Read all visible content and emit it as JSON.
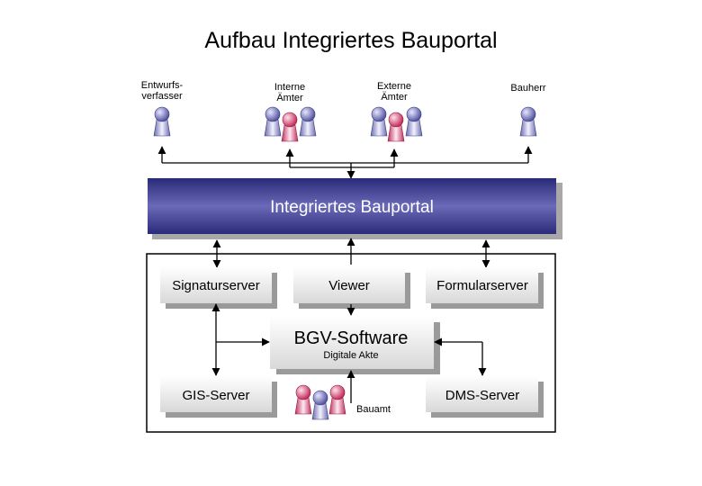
{
  "title": "Aufbau Integriertes Bauportal",
  "actors": {
    "entwurfsverfasser": [
      "Entwurfs-",
      "verfasser"
    ],
    "interne_aemter": [
      "Interne",
      "Ämter"
    ],
    "externe_aemter": [
      "Externe",
      "Ämter"
    ],
    "bauherr": [
      "Bauherr"
    ]
  },
  "portal": {
    "label": "Integriertes Bauportal"
  },
  "servers": {
    "signaturserver": "Signaturserver",
    "viewer": "Viewer",
    "formularserver": "Formularserver",
    "gis_server": "GIS-Server",
    "dms_server": "DMS-Server"
  },
  "bgv": {
    "label": "BGV-Software",
    "sublabel": "Digitale Akte"
  },
  "bauamt": {
    "label": "Bauamt"
  },
  "colors": {
    "portal_dark": "#2a2a7a",
    "portal_light": "#9090d0",
    "person_blue": "#7c7cc0",
    "person_pink": "#e0507a",
    "box_shadow": "#909090"
  }
}
